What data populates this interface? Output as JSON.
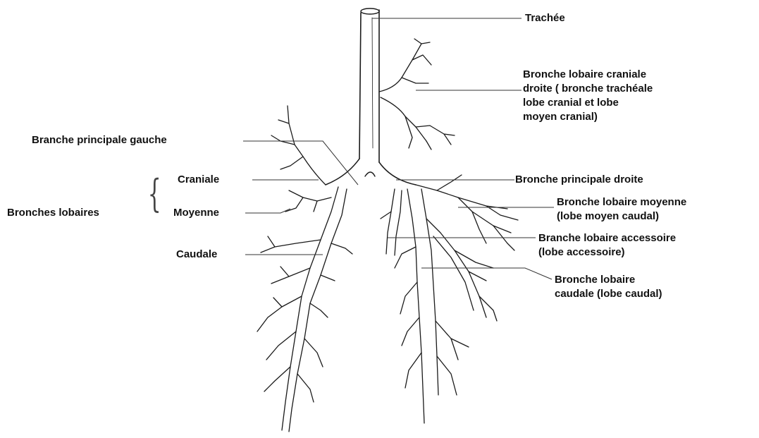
{
  "labels": {
    "trachee": "Trachée",
    "bronche_lobaire_craniale_droite": [
      "Bronche lobaire craniale",
      "droite ( bronche trachéale",
      "lobe cranial et lobe",
      "moyen cranial)"
    ],
    "branche_principale_gauche": "Branche principale gauche",
    "bronche_principale_droite": "Bronche principale droite",
    "bronche_lobaire_moyenne": [
      "Bronche lobaire moyenne",
      "(lobe moyen caudal)"
    ],
    "branche_lobaire_accessoire": [
      "Branche lobaire accessoire",
      "(lobe accessoire)"
    ],
    "bronche_lobaire_caudale": [
      "Bronche lobaire",
      "caudale (lobe caudal)"
    ],
    "bronches_lobaires": "Bronches lobaires",
    "craniale": "Craniale",
    "moyenne": "Moyenne",
    "caudale": "Caudale"
  },
  "colors": {
    "ink": "#1a1a1a",
    "leader": "#333333",
    "background": "#ffffff"
  }
}
